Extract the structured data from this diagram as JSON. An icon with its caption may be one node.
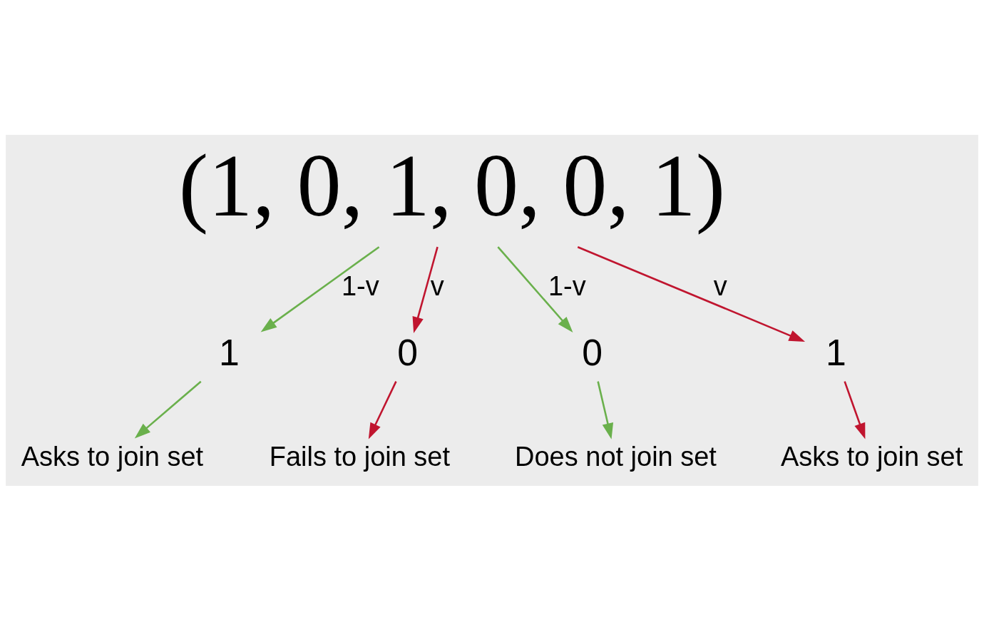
{
  "diagram": {
    "nodes": [
      {
        "text": [
          "(1, 0, 1, 0, 0, 1)"
        ]
      },
      {
        "text": [
          "1"
        ]
      },
      {
        "text": [
          "0"
        ]
      },
      {
        "text": [
          "0"
        ]
      },
      {
        "text": [
          "1"
        ]
      },
      {
        "text": [
          "Asks to join set"
        ]
      },
      {
        "text": [
          "Fails to join set"
        ]
      },
      {
        "text": [
          "Does not join set"
        ]
      },
      {
        "text": [
          "Asks to join set"
        ]
      }
    ],
    "edges": [
      {
        "from": 0,
        "to": 1,
        "arrow": "to",
        "label": "1-v",
        "color": "#6ab04c"
      },
      {
        "from": 0,
        "to": 2,
        "arrow": "to",
        "label": "v",
        "color": "#c0152f"
      },
      {
        "from": 0,
        "to": 3,
        "arrow": "to",
        "label": "1-v",
        "color": "#6ab04c"
      },
      {
        "from": 0,
        "to": 4,
        "arrow": "to",
        "label": "v",
        "color": "#c0152f"
      },
      {
        "from": 1,
        "to": 5,
        "arrow": "to",
        "color": "#6ab04c"
      },
      {
        "from": 2,
        "to": 6,
        "arrow": "to",
        "color": "#c0152f"
      },
      {
        "from": 3,
        "to": 7,
        "arrow": "to",
        "color": "#6ab04c"
      },
      {
        "from": 4,
        "to": 8,
        "arrow": "to",
        "color": "#c0152f"
      }
    ]
  }
}
